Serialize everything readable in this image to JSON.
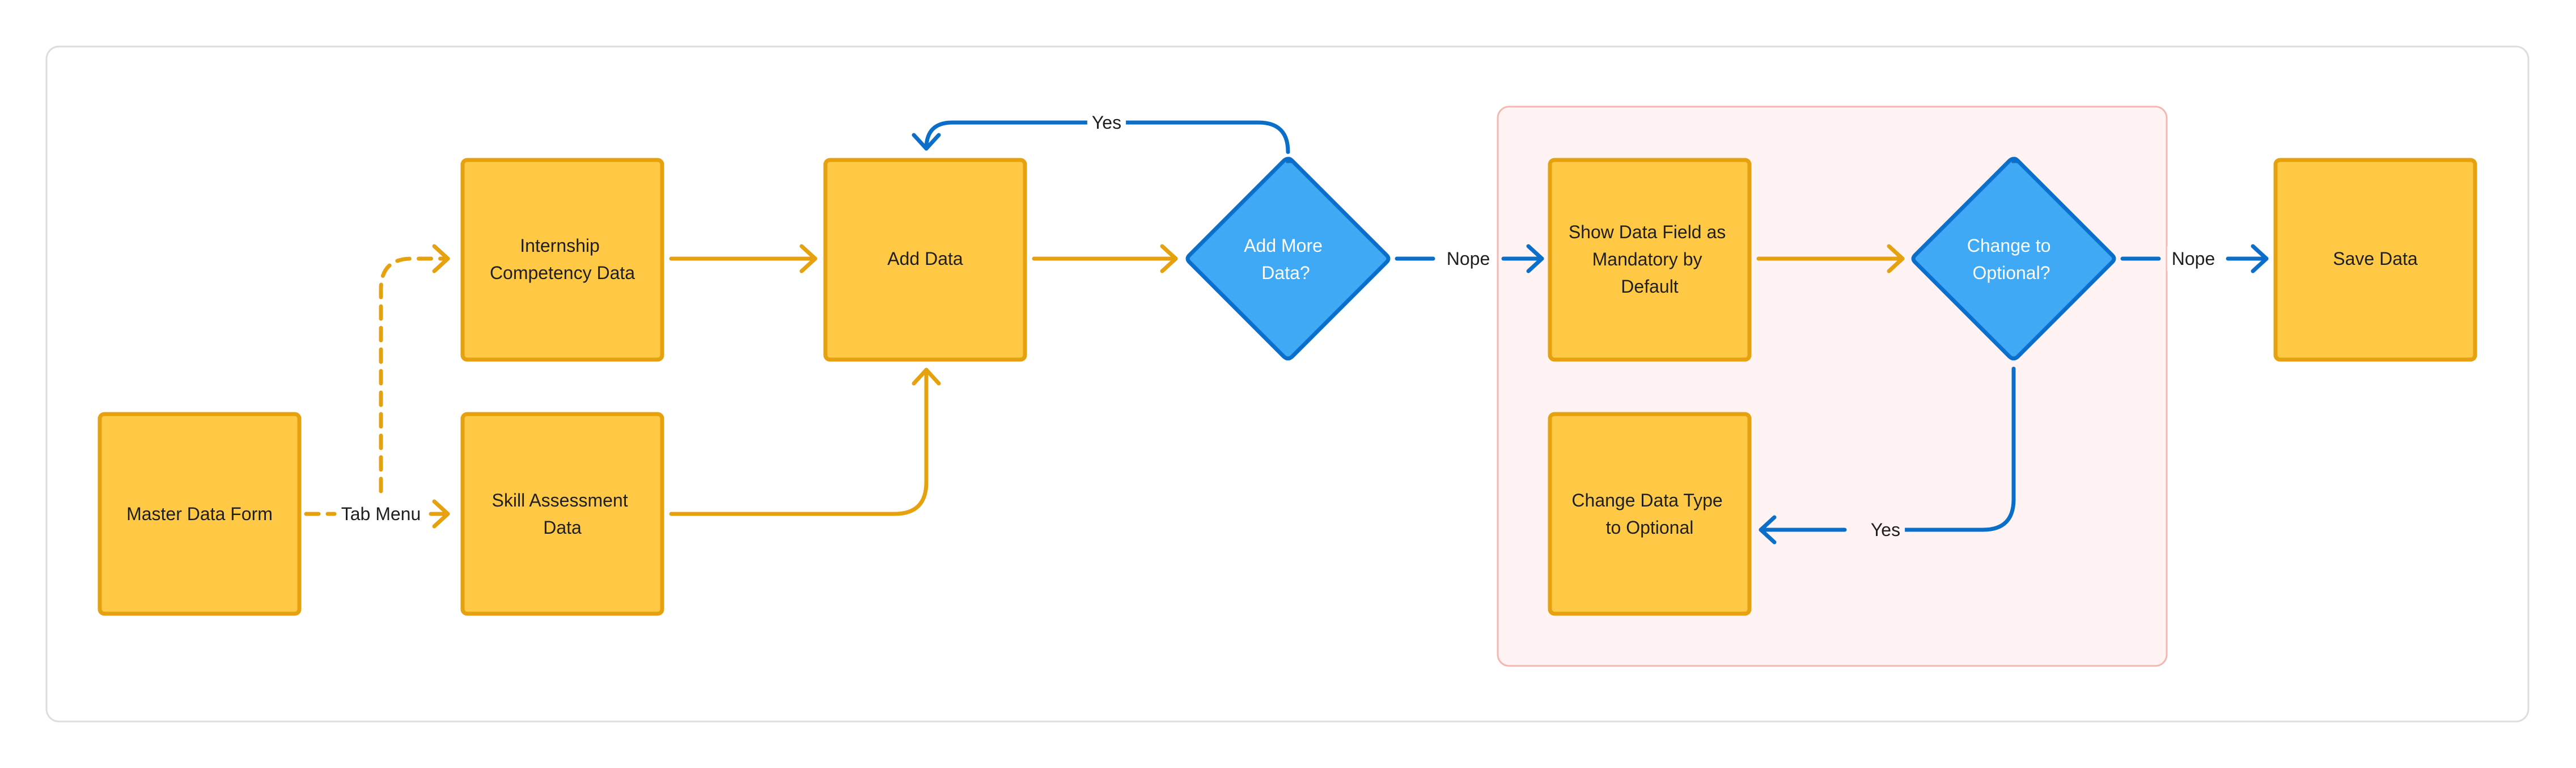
{
  "nodes": {
    "master": [
      "Master Data Form"
    ],
    "internship": [
      "Internship",
      "Competency Data"
    ],
    "skill": [
      "Skill Assessment",
      "Data"
    ],
    "add_data": [
      "Add Data"
    ],
    "add_more": [
      "Add More",
      "Data?"
    ],
    "show_field": [
      "Show Data Field as",
      "Mandatory by",
      "Default"
    ],
    "change_optional": [
      "Change to",
      "Optional?"
    ],
    "change_type": [
      "Change Data Type",
      "to Optional"
    ],
    "save": [
      "Save Data"
    ]
  },
  "edges": {
    "tab_menu": "Tab Menu",
    "yes_loop": "Yes",
    "nope_1": "Nope",
    "nope_2": "Nope",
    "yes_change": "Yes"
  },
  "colors": {
    "process_fill": "#FFC845",
    "process_stroke": "#E6A10F",
    "decision_fill": "#3FA9F5",
    "decision_stroke": "#0B6FC9",
    "orange_edge": "#E6A10F",
    "blue_edge": "#0B6FC9",
    "group_fill": "#FFF4F3",
    "group_stroke": "#F3B8B2",
    "frame_stroke": "#DDDDDD"
  }
}
